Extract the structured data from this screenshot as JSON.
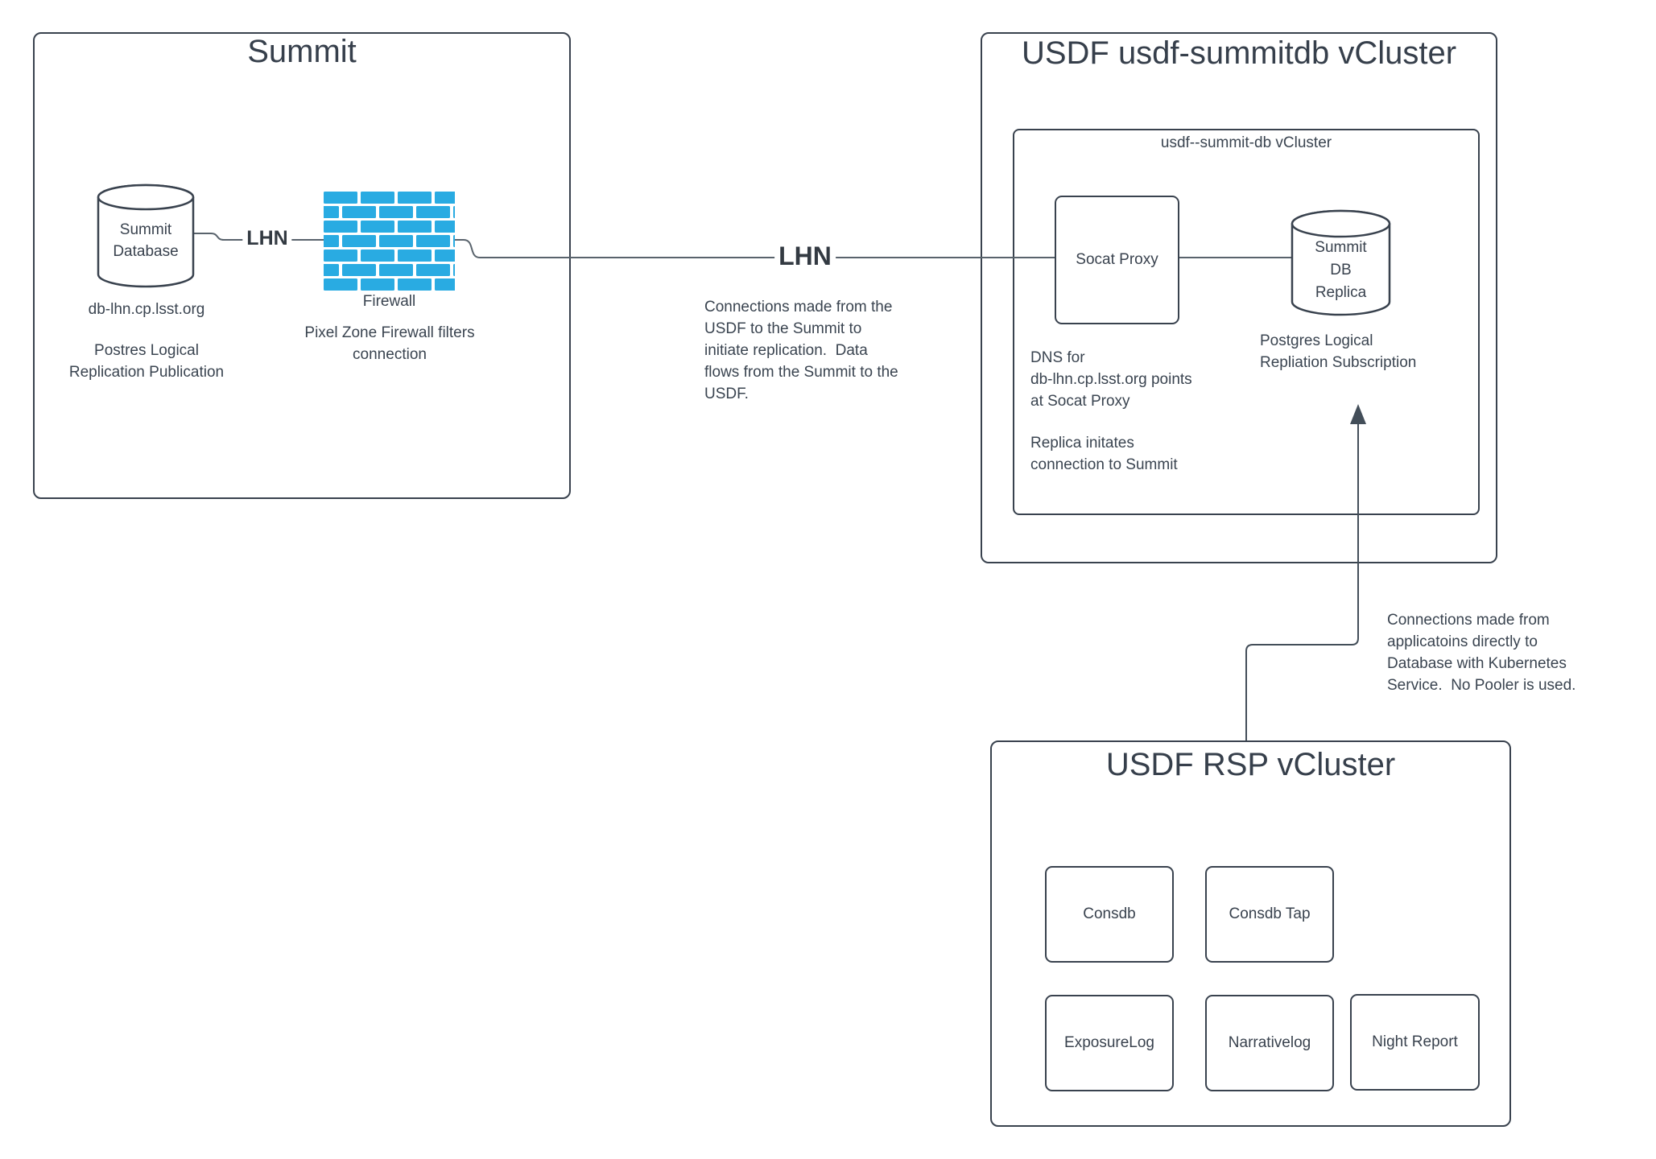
{
  "colors": {
    "ink": "#39424e",
    "connector_line": "#59636c",
    "brick_blue": "#29abe2",
    "background": "#ffffff"
  },
  "summit": {
    "title": "Summit",
    "lhn_label": "LHN",
    "database": {
      "label": "Summit\nDatabase",
      "hostname": "db-lhn.cp.lsst.org",
      "caption": "Postres Logical\nReplication Publication"
    },
    "firewall": {
      "label": "Firewall",
      "caption": "Pixel Zone Firewall filters\nconnection"
    }
  },
  "wan": {
    "lhn_label": "LHN",
    "annotation": "Connections made from the\nUSDF to the Summit to\ninitiate replication.  Data\nflows from the Summit to the\nUSDF."
  },
  "summitdb": {
    "title": "USDF usdf-summitdb vCluster",
    "inner_title": "usdf--summit-db vCluster",
    "socat_proxy": {
      "label": "Socat Proxy"
    },
    "replica_db": {
      "label": "Summit\nDB\nReplica",
      "caption": "Postgres Logical\nRepliation Subscription"
    },
    "dns_note": "DNS for\ndb-lhn.cp.lsst.org points\nat Socat Proxy",
    "replica_note": "Replica initates\nconnection to Summit"
  },
  "rsp": {
    "title": "USDF RSP vCluster",
    "annotation": "Connections made from\napplicatoins directly to\nDatabase with Kubernetes\nService.  No Pooler is used.",
    "nodes": [
      "Consdb",
      "Consdb Tap",
      "ExposureLog",
      "Narrativelog",
      "Night Report"
    ]
  }
}
